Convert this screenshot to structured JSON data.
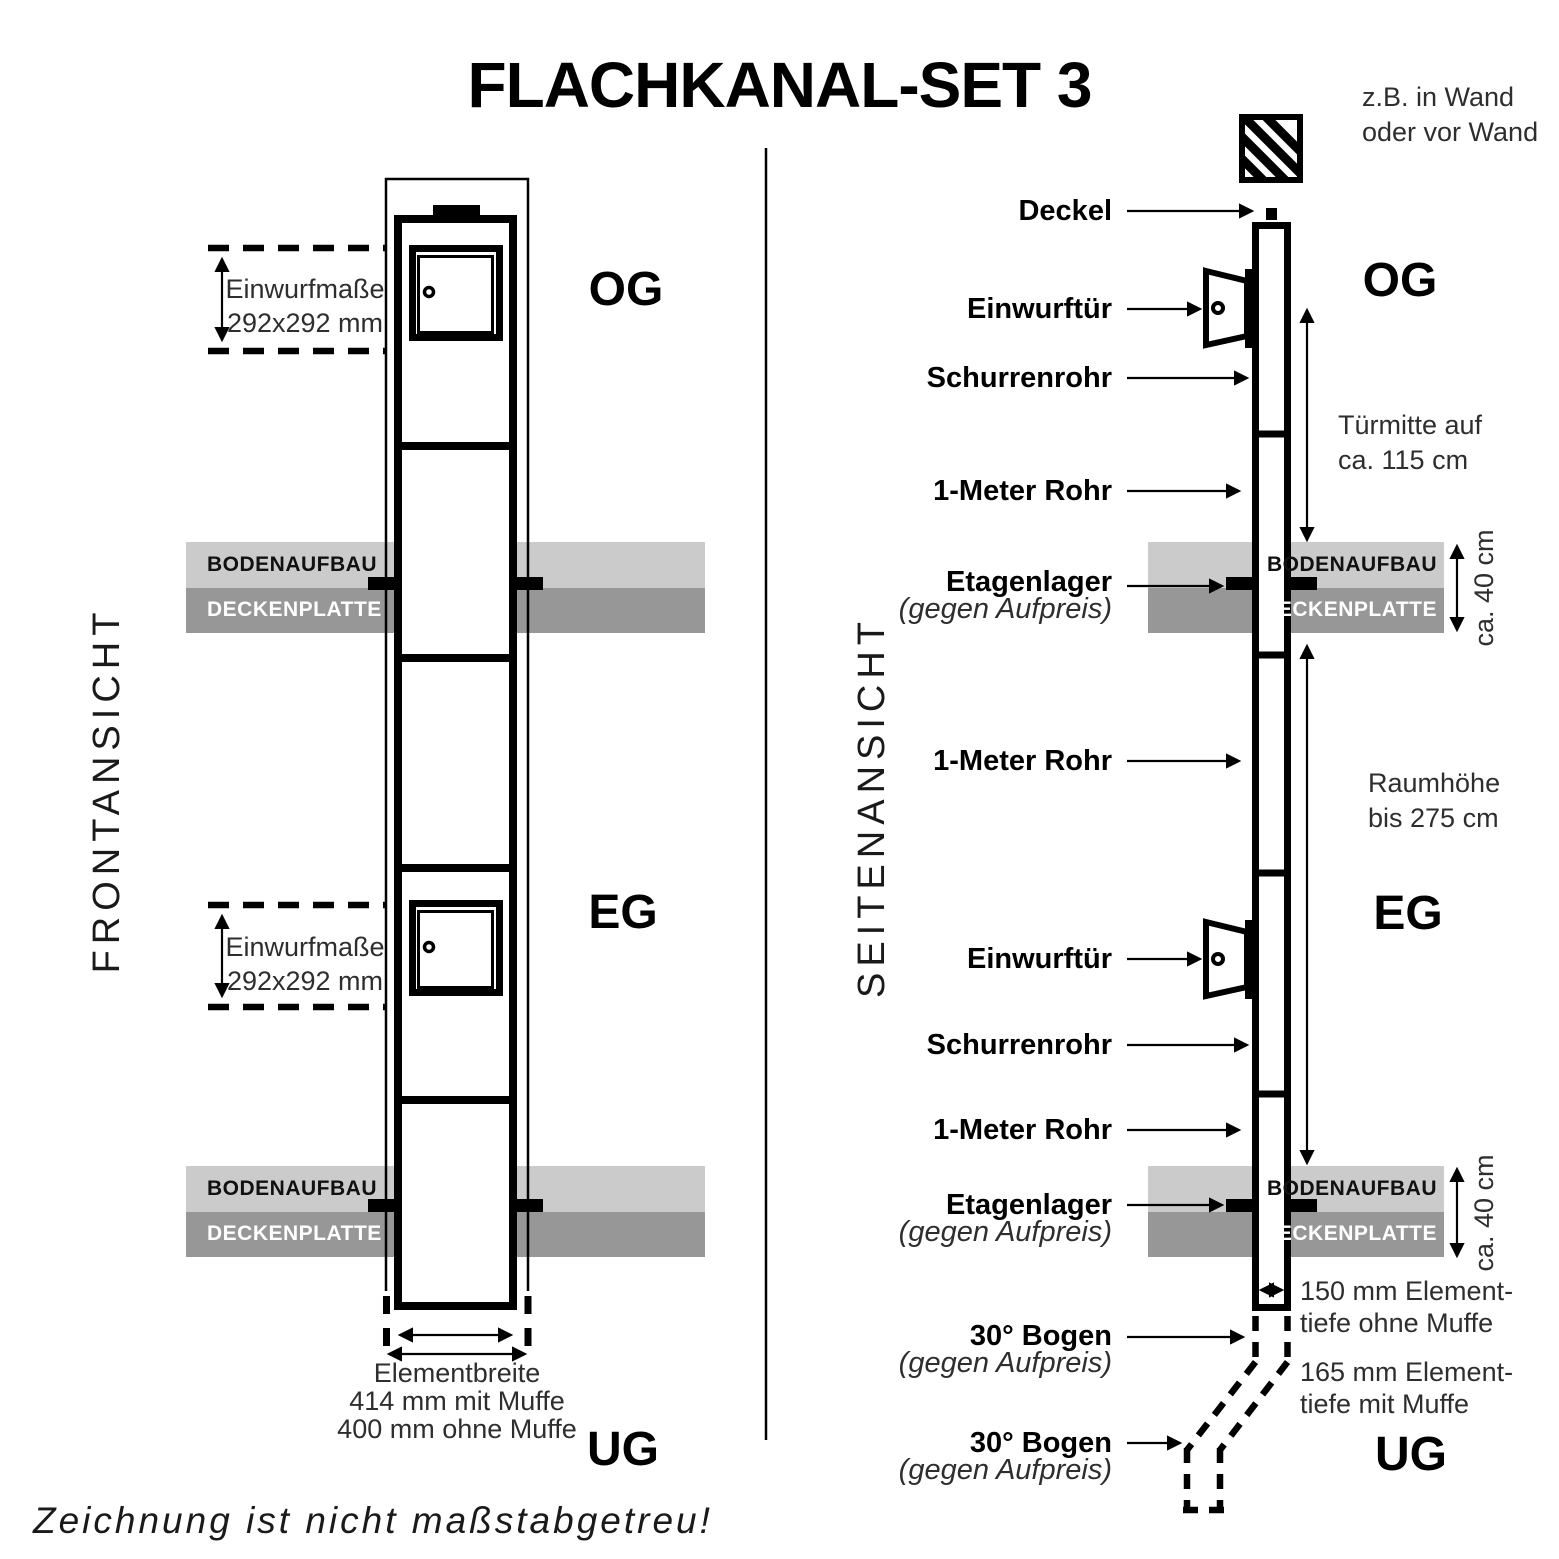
{
  "title": "FLACHKANAL-SET 3",
  "note": "Zeichnung ist nicht maßstabgetreu!",
  "front": {
    "view_label": "FRONTANSICHT",
    "floor_top": "OG",
    "floor_mid": "EG",
    "floor_bottom": "UG",
    "measure_line1": "Einwurfmaße",
    "measure_line2": "292x292 mm",
    "band_light": "BODENAUFBAU",
    "band_dark": "DECKENPLATTE",
    "width_line1": "Elementbreite",
    "width_line2": "414 mm mit Muffe",
    "width_line3": "400 mm ohne Muffe"
  },
  "side": {
    "view_label": "SEITENANSICHT",
    "wall_note_line1": "z.B. in Wand",
    "wall_note_line2": "oder vor Wand",
    "floor_top": "OG",
    "floor_mid": "EG",
    "floor_bottom": "UG",
    "band_light": "BODENAUFBAU",
    "band_dark": "DECKENPLATTE",
    "labels": [
      {
        "text": "Deckel",
        "sub": ""
      },
      {
        "text": "Einwurftür",
        "sub": ""
      },
      {
        "text": "Schurrenrohr",
        "sub": ""
      },
      {
        "text": "1-Meter Rohr",
        "sub": ""
      },
      {
        "text": "Etagenlager",
        "sub": "(gegen Aufpreis)"
      },
      {
        "text": "1-Meter Rohr",
        "sub": ""
      },
      {
        "text": "Einwurftür",
        "sub": ""
      },
      {
        "text": "Schurrenrohr",
        "sub": ""
      },
      {
        "text": "1-Meter Rohr",
        "sub": ""
      },
      {
        "text": "Etagenlager",
        "sub": "(gegen Aufpreis)"
      },
      {
        "text": "30° Bogen",
        "sub": "(gegen Aufpreis)"
      },
      {
        "text": "30° Bogen",
        "sub": "(gegen Aufpreis)"
      }
    ],
    "tuermitte_line1": "Türmitte auf",
    "tuermitte_line2": "ca. 115 cm",
    "raumhoehe_line1": "Raumhöhe",
    "raumhoehe_line2": "bis 275 cm",
    "ca40": "ca. 40 cm",
    "depth_without_line1": "150 mm Element-",
    "depth_without_line2": "tiefe ohne Muffe",
    "depth_with_line1": "165 mm Element-",
    "depth_with_line2": "tiefe mit Muffe"
  },
  "colors": {
    "band_light": "#cbcbcb",
    "band_dark": "#979797",
    "ink": "#000000"
  }
}
